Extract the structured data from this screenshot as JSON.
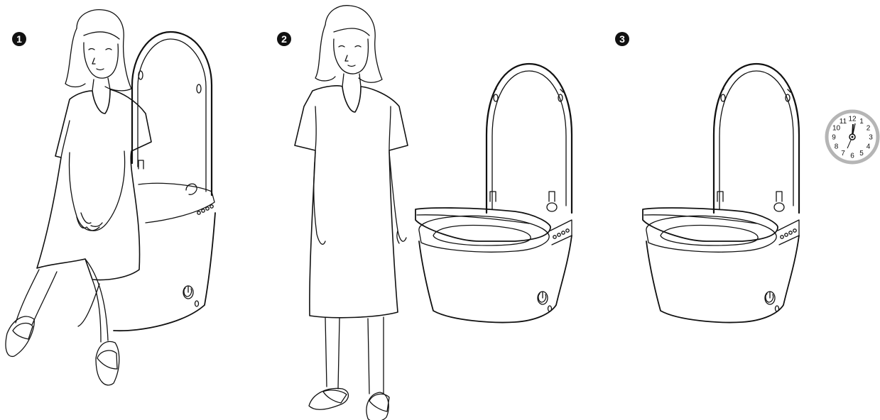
{
  "steps": [
    {
      "number": "1"
    },
    {
      "number": "2"
    },
    {
      "number": "3"
    }
  ],
  "clock": {
    "numerals": [
      "12",
      "1",
      "2",
      "3",
      "4",
      "5",
      "6",
      "7",
      "8",
      "9",
      "10",
      "11"
    ],
    "ring_color": "#b5b5b5"
  },
  "colors": {
    "line": "#111111",
    "background": "#ffffff",
    "badge": "#111111"
  }
}
